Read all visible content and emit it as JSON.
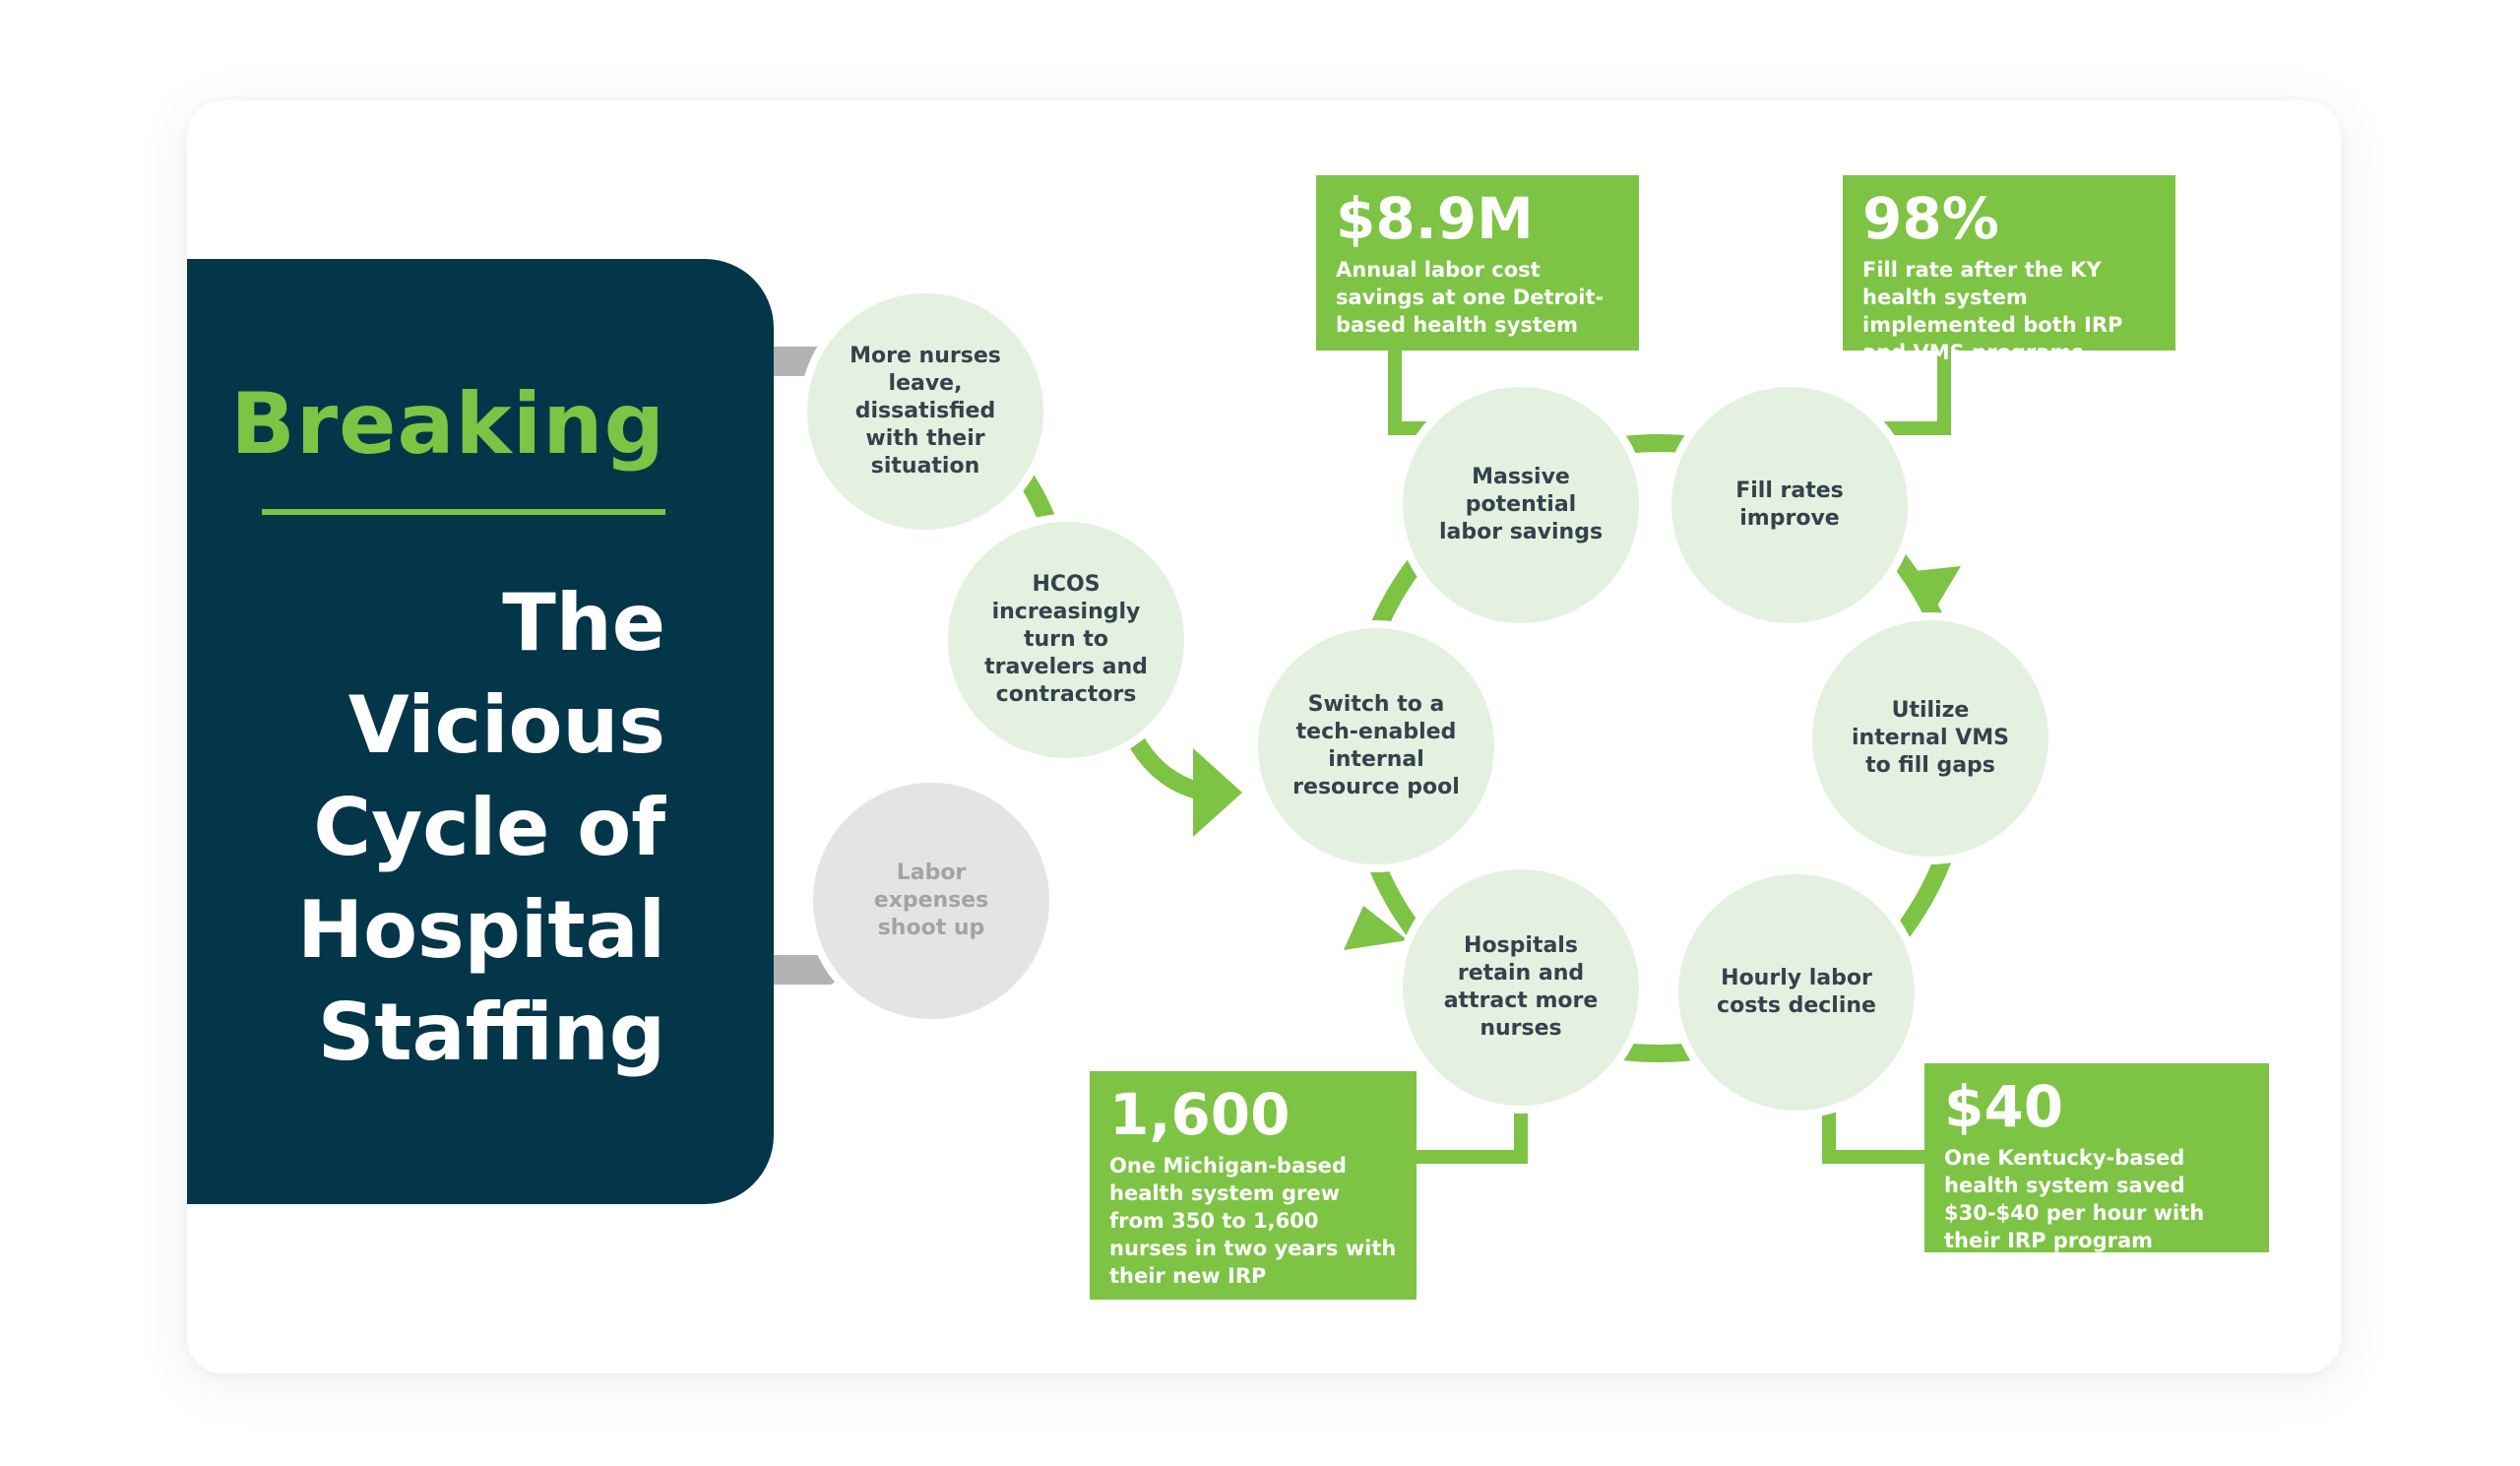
{
  "title": {
    "breaking": "Breaking",
    "main": "The Vicious Cycle of Hospital Staffing"
  },
  "vicious_cycle": {
    "steps": [
      "More nurses leave, dissatisfied with their situation",
      "HCOS increasingly turn to travelers and contractors",
      "Labor expenses shoot up"
    ]
  },
  "virtuous_cycle": {
    "steps": [
      "Switch to a tech-enabled internal resource pool",
      "Massive potential labor savings",
      "Fill rates improve",
      "Utilize internal VMS to fill gaps",
      "Hourly labor costs decline",
      "Hospitals retain and attract more nurses"
    ]
  },
  "stats": [
    {
      "value": "$8.9M",
      "description": "Annual labor cost savings at one Detroit-based health system"
    },
    {
      "value": "98%",
      "description": "Fill rate after the KY health system implemented both IRP and VMS programs"
    },
    {
      "value": "1,600",
      "description": "One Michigan-based health system grew from 350 to 1,600 nurses in two years with their new IRP"
    },
    {
      "value": "$40",
      "description": "One Kentucky-based health system saved $30-$40 per hour with their IRP program"
    }
  ],
  "colors": {
    "navy": "#033649",
    "green": "#7dc344",
    "pale_green": "#e4f1e0",
    "grey": "#e4e4e4",
    "connector_grey": "#b3b3b3"
  }
}
